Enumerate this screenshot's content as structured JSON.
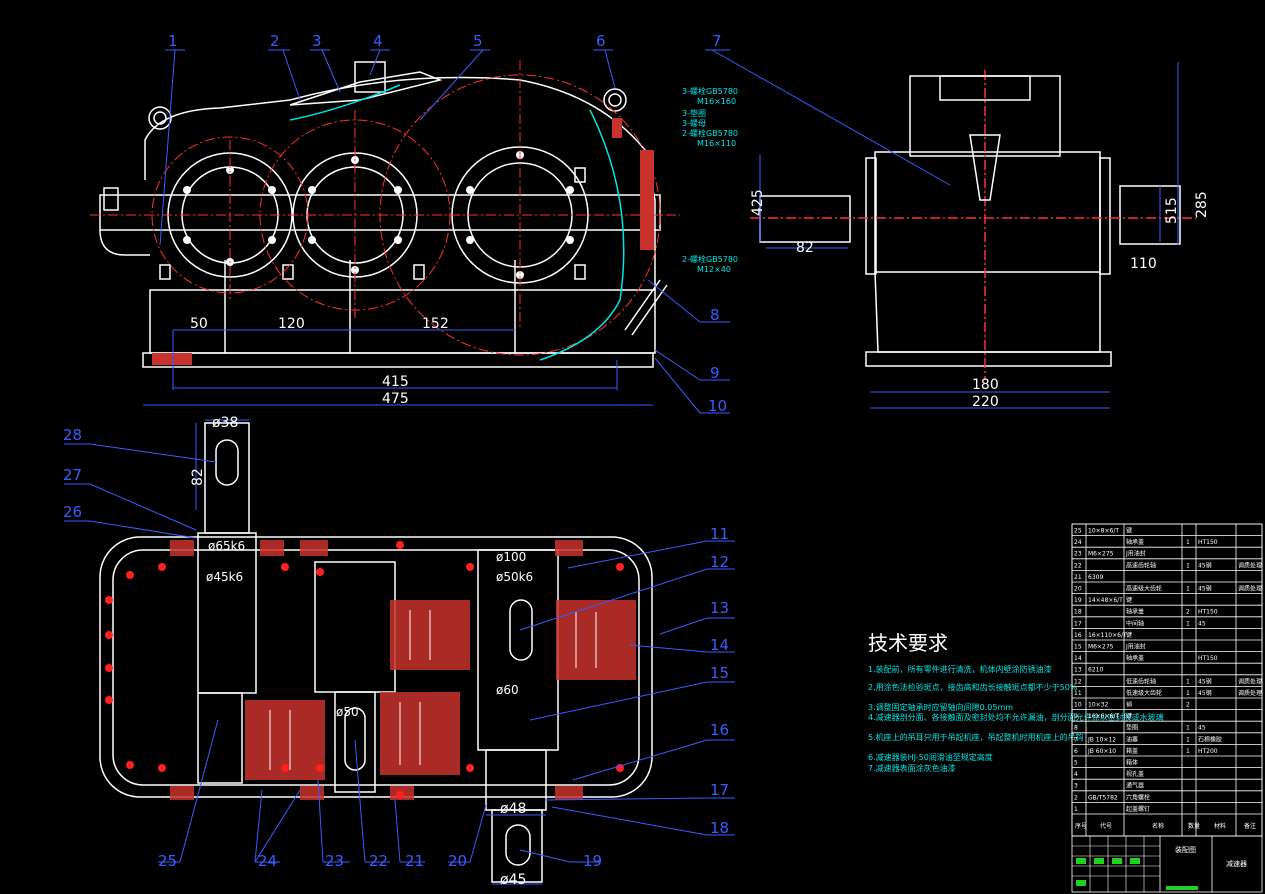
{
  "part_numbers": {
    "top_view": [
      "1",
      "2",
      "3",
      "4",
      "5",
      "6",
      "7",
      "8",
      "9",
      "10"
    ],
    "section_view": [
      "28",
      "27",
      "26",
      "11",
      "12",
      "13",
      "14",
      "15",
      "16",
      "17",
      "18",
      "19",
      "20",
      "21",
      "22",
      "23",
      "24",
      "25"
    ]
  },
  "dimensions": {
    "front": [
      "50",
      "120",
      "152",
      "415",
      "475"
    ],
    "side": [
      "82",
      "425",
      "285",
      "515",
      "110",
      "180",
      "220"
    ],
    "section": [
      "ø38",
      "82",
      "ø65k6",
      "ø45k6",
      "ø100",
      "ø50k6",
      "ø60",
      "ø50",
      "ø48",
      "ø45"
    ]
  },
  "callout_notes": [
    "3-螺栓GB5780",
    "M16×160",
    "3-垫圈",
    "3-螺母",
    "2-螺栓GB5780",
    "M16×110",
    "2-螺栓GB5780",
    "M12×40"
  ],
  "tech_requirements": {
    "title": "技术要求",
    "items": [
      "1.装配前，所有零件进行清洗，机体内壁涂防锈油漆",
      "2.用涂色法检验斑点，接齿高和齿长接触斑点都不少于50%",
      "3.调整固定轴承时应留轴向间隙0.05mm",
      "4.减速器剖分面、各接触面及密封处均不允许漏油，剖分面允许涂以密封胶或水玻璃",
      "5.机座上的吊耳只用于吊起机座，吊起整机时用机座上的吊钩",
      "6.减速器装HJ-50润滑油至规定高度",
      "7.减速器表面涂灰色油漆"
    ]
  },
  "parts_table": {
    "rows": [
      [
        "25",
        "10×8×6/T",
        "键",
        "",
        "",
        ""
      ],
      [
        "24",
        "",
        "轴承盖",
        "1",
        "HT150",
        ""
      ],
      [
        "23",
        "M6×275",
        "J用油封",
        "",
        "",
        ""
      ],
      [
        "22",
        "",
        "高速齿轮轴",
        "1",
        "45钢",
        "调质处理"
      ],
      [
        "21",
        "6309",
        "",
        "",
        "",
        ""
      ],
      [
        "20",
        "",
        "高速级大齿轮",
        "1",
        "45钢",
        "调质处理"
      ],
      [
        "19",
        "14×48×6/T",
        "键",
        "",
        "",
        ""
      ],
      [
        "18",
        "",
        "轴承盖",
        "2",
        "HT150",
        ""
      ],
      [
        "17",
        "",
        "中间轴",
        "1",
        "45",
        ""
      ],
      [
        "16",
        "16×110×6/T",
        "键",
        "",
        "",
        ""
      ],
      [
        "15",
        "M6×275",
        "J用油封",
        "",
        "",
        ""
      ],
      [
        "14",
        "",
        "轴承盖",
        "",
        "HT150",
        ""
      ],
      [
        "13",
        "6210",
        "",
        "",
        "",
        ""
      ],
      [
        "12",
        "",
        "低速齿轮轴",
        "1",
        "45钢",
        "调质处理"
      ],
      [
        "11",
        "",
        "低速级大齿轮",
        "1",
        "45钢",
        "调质处理"
      ],
      [
        "10",
        "10×32",
        "销",
        "2",
        "",
        ""
      ],
      [
        "9",
        "16×6×6/T",
        "键",
        "",
        "",
        ""
      ],
      [
        "8",
        "",
        "垫圈",
        "1",
        "45",
        ""
      ],
      [
        "7",
        "JB 10×12",
        "油塞",
        "1",
        "石棉橡胶",
        ""
      ],
      [
        "6",
        "JB 60×10",
        "箱盖",
        "1",
        "HT200",
        ""
      ],
      [
        "5",
        "",
        "箱体",
        "",
        "",
        ""
      ],
      [
        "4",
        "",
        "视孔盖",
        "",
        "",
        ""
      ],
      [
        "3",
        "",
        "通气器",
        "",
        "",
        ""
      ],
      [
        "2",
        "GB/T5782",
        "六角螺栓",
        "",
        "",
        ""
      ],
      [
        "1",
        "",
        "起盖螺钉",
        "",
        "",
        ""
      ]
    ],
    "footer_headers": [
      "序号",
      "代号",
      "名称",
      "数量",
      "材料",
      "备注"
    ],
    "title_block_left": "装配图",
    "title_block_right": "减速器"
  },
  "colors": {
    "background": "#000000",
    "outline": "#ffffff",
    "label": "#3a5cff",
    "section": "#ff2020",
    "note": "#00e5e5",
    "center": "#ff3030"
  }
}
